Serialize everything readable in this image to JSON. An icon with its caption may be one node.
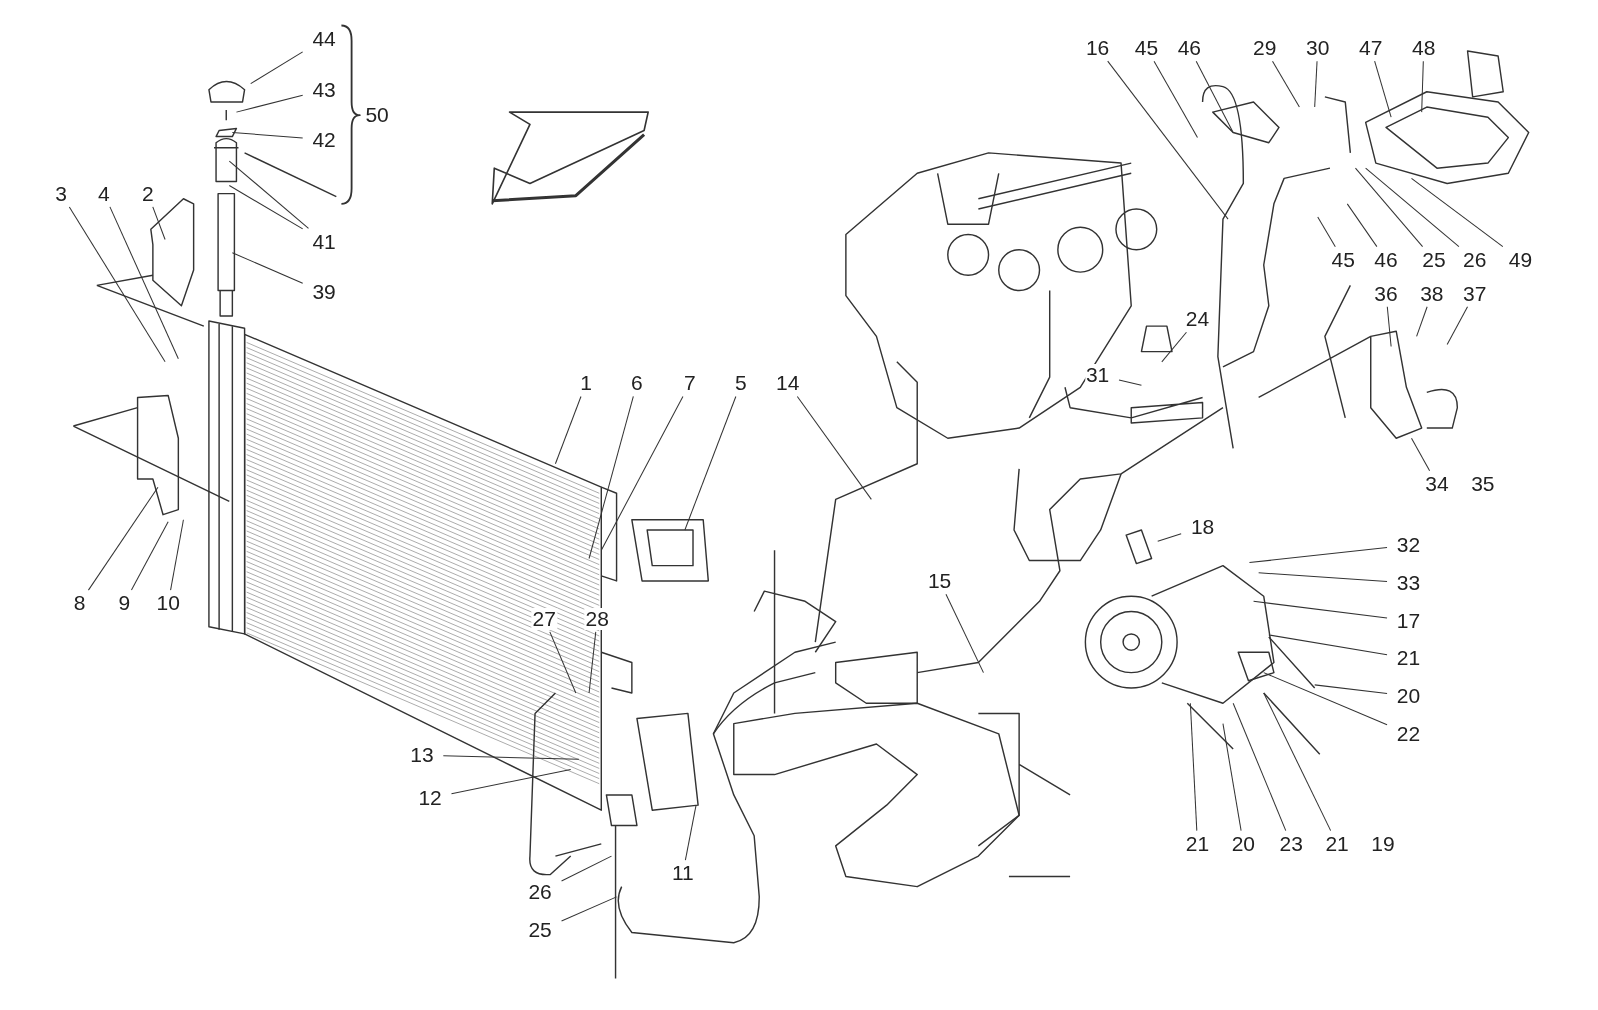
{
  "diagram": {
    "nodes": [
      {
        "text": [
          "44"
        ]
      },
      {
        "text": [
          "43"
        ]
      },
      {
        "text": [
          "42"
        ]
      },
      {
        "text": [
          "41"
        ]
      },
      {
        "text": [
          "39"
        ]
      },
      {
        "text": [
          "3"
        ]
      },
      {
        "text": [
          "4"
        ]
      },
      {
        "text": [
          "2"
        ]
      },
      {
        "text": [
          "8"
        ]
      },
      {
        "text": [
          "9"
        ]
      },
      {
        "text": [
          "10"
        ]
      },
      {
        "text": [
          "1"
        ]
      },
      {
        "text": [
          "6"
        ]
      },
      {
        "text": [
          "7"
        ]
      },
      {
        "text": [
          "5"
        ]
      },
      {
        "text": [
          "14"
        ]
      },
      {
        "text": [
          "15"
        ]
      },
      {
        "text": [
          "27"
        ]
      },
      {
        "text": [
          "28"
        ]
      },
      {
        "text": [
          "13"
        ]
      },
      {
        "text": [
          "12"
        ]
      },
      {
        "text": [
          "26"
        ]
      },
      {
        "text": [
          "25"
        ]
      },
      {
        "text": [
          "11"
        ]
      },
      {
        "text": [
          "16"
        ]
      },
      {
        "text": [
          "45"
        ]
      },
      {
        "text": [
          "46"
        ]
      },
      {
        "text": [
          "29"
        ]
      },
      {
        "text": [
          "30"
        ]
      },
      {
        "text": [
          "47"
        ]
      },
      {
        "text": [
          "48"
        ]
      },
      {
        "text": [
          "45"
        ]
      },
      {
        "text": [
          "46"
        ]
      },
      {
        "text": [
          "25"
        ]
      },
      {
        "text": [
          "26"
        ]
      },
      {
        "text": [
          "49"
        ]
      },
      {
        "text": [
          "24"
        ]
      },
      {
        "text": [
          "31"
        ]
      },
      {
        "text": [
          "36"
        ]
      },
      {
        "text": [
          "38"
        ]
      },
      {
        "text": [
          "37"
        ]
      },
      {
        "text": [
          "34"
        ]
      },
      {
        "text": [
          "35"
        ]
      },
      {
        "text": [
          "18"
        ]
      },
      {
        "text": [
          "32"
        ]
      },
      {
        "text": [
          "33"
        ]
      },
      {
        "text": [
          "17"
        ]
      },
      {
        "text": [
          "21"
        ]
      },
      {
        "text": [
          "20"
        ]
      },
      {
        "text": [
          "22"
        ]
      },
      {
        "text": [
          "21"
        ]
      },
      {
        "text": [
          "20"
        ]
      },
      {
        "text": [
          "23"
        ]
      },
      {
        "text": [
          "21"
        ]
      },
      {
        "text": [
          "19"
        ]
      }
    ],
    "edges": [
      {
        "from": 0,
        "to": null,
        "arrow": "none"
      },
      {
        "from": 1,
        "to": null,
        "arrow": "none"
      },
      {
        "from": 2,
        "to": null,
        "arrow": "none"
      },
      {
        "from": 3,
        "to": null,
        "arrow": "none"
      },
      {
        "from": 3,
        "to": null,
        "arrow": "none"
      },
      {
        "from": 4,
        "to": null,
        "arrow": "none"
      },
      {
        "from": 5,
        "to": null,
        "arrow": "none"
      },
      {
        "from": 6,
        "to": null,
        "arrow": "none"
      },
      {
        "from": 7,
        "to": null,
        "arrow": "none"
      },
      {
        "from": 8,
        "to": null,
        "arrow": "none"
      },
      {
        "from": 9,
        "to": null,
        "arrow": "none"
      },
      {
        "from": 10,
        "to": null,
        "arrow": "none"
      },
      {
        "from": 11,
        "to": null,
        "arrow": "none"
      },
      {
        "from": 12,
        "to": null,
        "arrow": "none"
      },
      {
        "from": 13,
        "to": null,
        "arrow": "none"
      },
      {
        "from": 14,
        "to": null,
        "arrow": "none"
      },
      {
        "from": 15,
        "to": null,
        "arrow": "none"
      },
      {
        "from": 16,
        "to": null,
        "arrow": "none"
      },
      {
        "from": 17,
        "to": null,
        "arrow": "none"
      },
      {
        "from": 18,
        "to": null,
        "arrow": "none"
      },
      {
        "from": 19,
        "to": null,
        "arrow": "none"
      },
      {
        "from": 20,
        "to": null,
        "arrow": "none"
      },
      {
        "from": 21,
        "to": null,
        "arrow": "none"
      },
      {
        "from": 22,
        "to": null,
        "arrow": "none"
      },
      {
        "from": 23,
        "to": null,
        "arrow": "none"
      },
      {
        "from": 24,
        "to": null,
        "arrow": "none"
      },
      {
        "from": 25,
        "to": null,
        "arrow": "none"
      },
      {
        "from": 26,
        "to": null,
        "arrow": "none"
      },
      {
        "from": 27,
        "to": null,
        "arrow": "none"
      },
      {
        "from": 28,
        "to": null,
        "arrow": "none"
      },
      {
        "from": 29,
        "to": null,
        "arrow": "none"
      },
      {
        "from": 30,
        "to": null,
        "arrow": "none"
      },
      {
        "from": 31,
        "to": null,
        "arrow": "none"
      },
      {
        "from": 32,
        "to": null,
        "arrow": "none"
      },
      {
        "from": 33,
        "to": null,
        "arrow": "none"
      },
      {
        "from": 34,
        "to": null,
        "arrow": "none"
      },
      {
        "from": 35,
        "to": null,
        "arrow": "none"
      },
      {
        "from": 36,
        "to": null,
        "arrow": "none"
      },
      {
        "from": 37,
        "to": null,
        "arrow": "none"
      },
      {
        "from": 38,
        "to": null,
        "arrow": "none"
      },
      {
        "from": 39,
        "to": null,
        "arrow": "none"
      },
      {
        "from": 40,
        "to": null,
        "arrow": "none"
      },
      {
        "from": 41,
        "to": null,
        "arrow": "none"
      },
      {
        "from": 42,
        "to": null,
        "arrow": "none"
      },
      {
        "from": 43,
        "to": null,
        "arrow": "none"
      },
      {
        "from": 44,
        "to": null,
        "arrow": "none"
      },
      {
        "from": 45,
        "to": null,
        "arrow": "none"
      },
      {
        "from": 46,
        "to": null,
        "arrow": "none"
      },
      {
        "from": 47,
        "to": null,
        "arrow": "none"
      },
      {
        "from": 48,
        "to": null,
        "arrow": "none"
      },
      {
        "from": 49,
        "to": null,
        "arrow": "none"
      },
      {
        "from": 50,
        "to": null,
        "arrow": "none"
      },
      {
        "from": 51,
        "to": null,
        "arrow": "none"
      },
      {
        "from": 52,
        "to": null,
        "arrow": "none"
      },
      {
        "from": 53,
        "to": null,
        "arrow": "none"
      }
    ],
    "labels": [
      "50"
    ]
  }
}
